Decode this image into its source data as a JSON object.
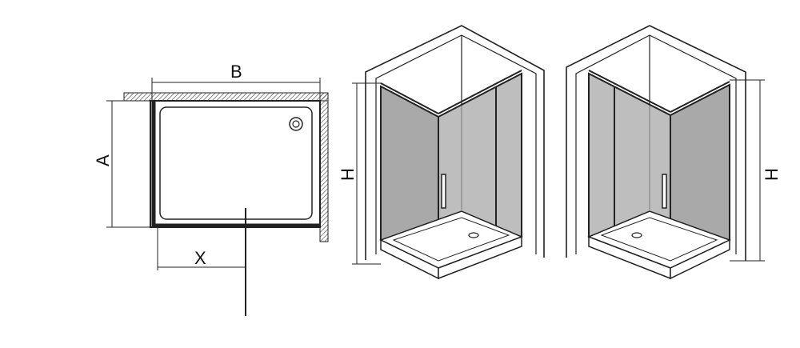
{
  "plan_view": {
    "dim_width_label": "B",
    "dim_depth_label": "A",
    "dim_offset_label": "X"
  },
  "perspective_left": {
    "dim_height_label": "H"
  },
  "perspective_right": {
    "dim_height_label": "H"
  },
  "colors": {
    "line": "#222222",
    "glass": "#9a9a9a",
    "wall_hatch": "#555555",
    "background": "#ffffff"
  }
}
